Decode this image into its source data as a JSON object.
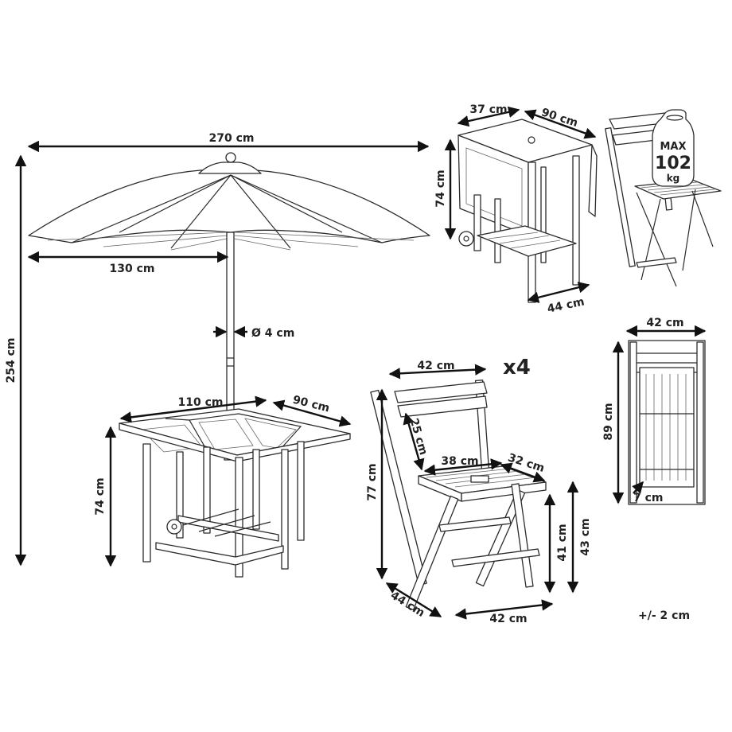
{
  "labels": {
    "umbrella_width": "270 cm",
    "umbrella_radius": "130 cm",
    "umbrella_height": "254 cm",
    "pole_diameter": "Ø 4 cm",
    "table_open_width": "110 cm",
    "table_depth": "90 cm",
    "table_height": "74 cm",
    "folded_table_width": "37 cm",
    "folded_table_depth": "90 cm",
    "folded_table_height": "74 cm",
    "folded_table_bottom": "44 cm",
    "chair_width": "42 cm",
    "chair_count": "x4",
    "chair_back_height": "25 cm",
    "chair_seat_width": "38 cm",
    "chair_seat_depth": "32 cm",
    "chair_height": "77 cm",
    "chair_seat_height_low": "41 cm",
    "chair_seat_height_high": "43 cm",
    "chair_base_depth": "44 cm",
    "chair_base_width": "42 cm",
    "folded_chair_width": "42 cm",
    "folded_chair_height": "89 cm",
    "folded_chair_thickness": "7 cm",
    "tolerance": "+/- 2 cm",
    "max_load_prefix": "MAX",
    "max_load_value": "102",
    "max_load_unit": "kg"
  },
  "icons": [
    "umbrella-drawing",
    "table-drawing",
    "folded-table-drawing",
    "chair-drawing",
    "folded-chair-drawing",
    "weight-icon"
  ]
}
